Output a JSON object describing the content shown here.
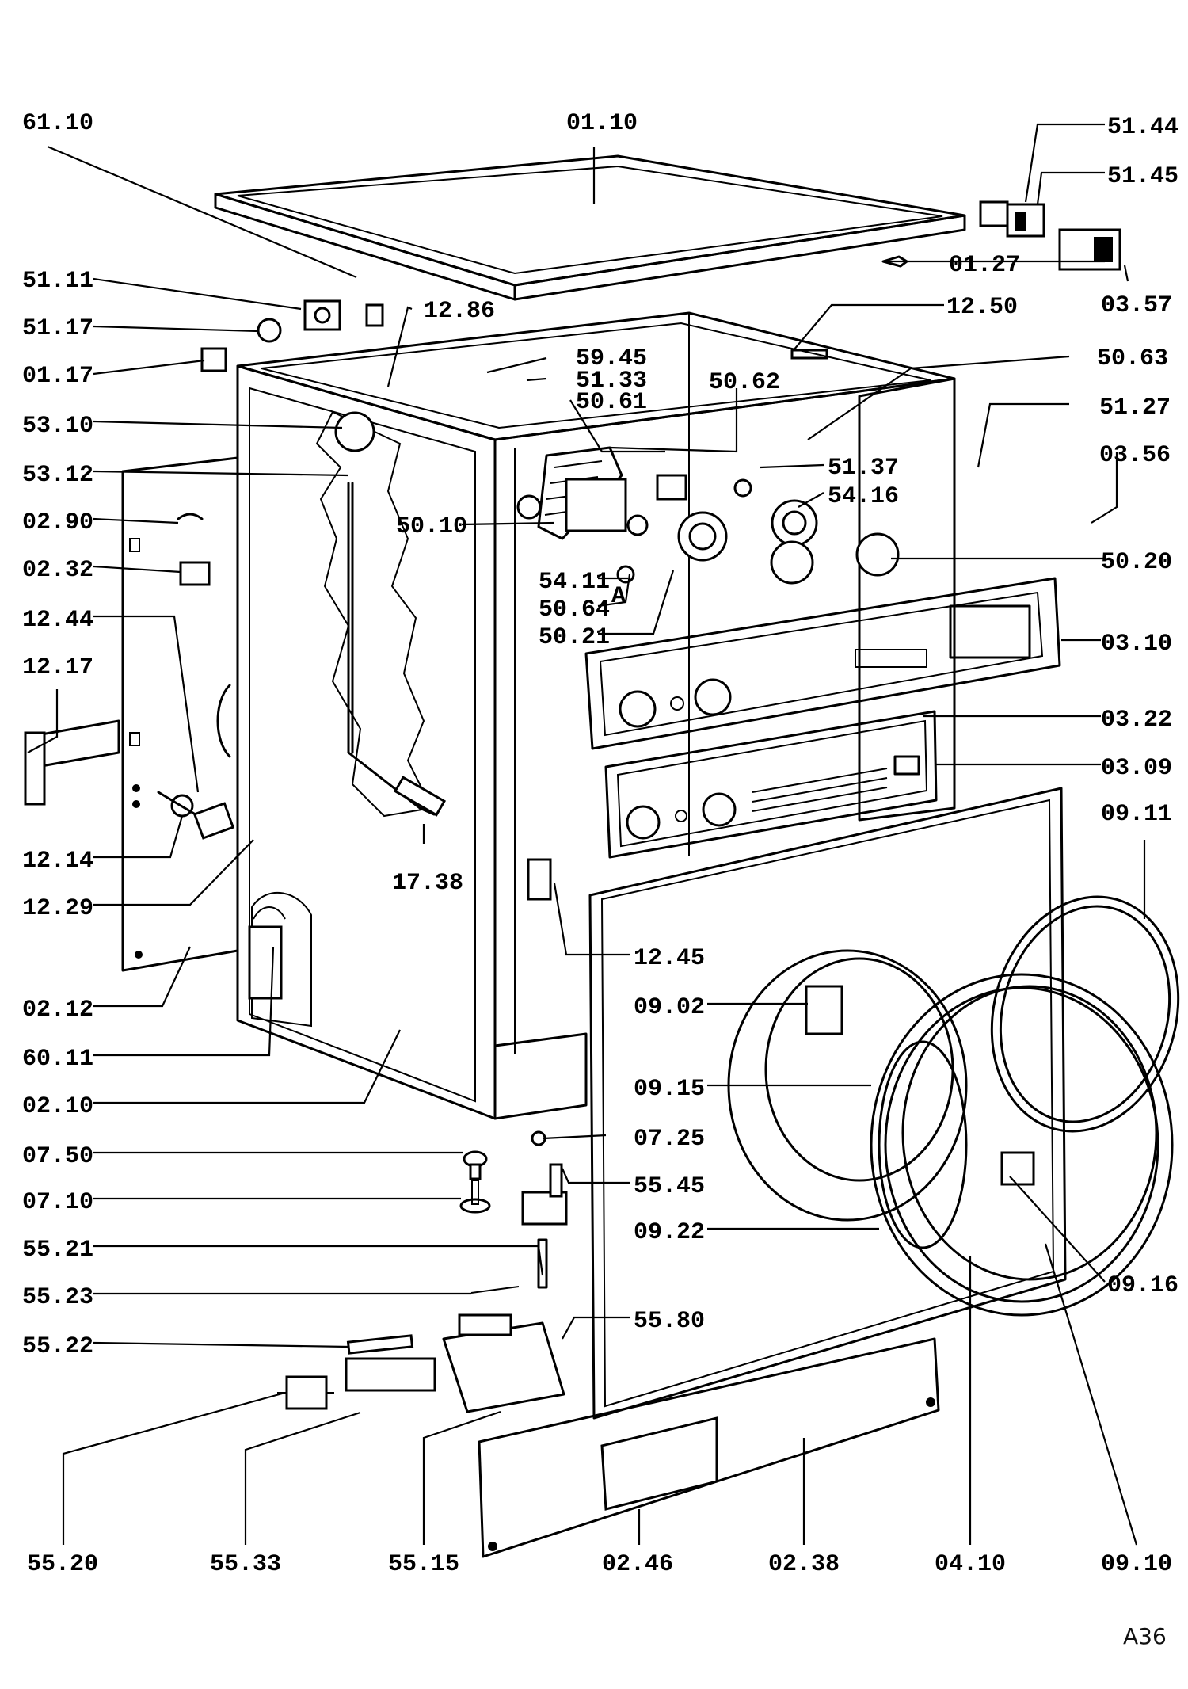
{
  "page_ref": "A36",
  "callouts": [
    "61.10",
    "01.10",
    "51.44",
    "51.45",
    "01.27",
    "03.57",
    "51.11",
    "51.17",
    "01.17",
    "12.86",
    "12.50",
    "50.63",
    "59.45",
    "51.33",
    "50.62",
    "50.61",
    "53.10",
    "53.12",
    "51.27",
    "51.37",
    "54.16",
    "03.56",
    "50.10",
    "02.90",
    "02.32",
    "54.11",
    "50.64",
    "50.20",
    "50.21",
    "12.44",
    "12.17",
    "03.10",
    "03.22",
    "03.09",
    "12.14",
    "12.29",
    "17.38",
    "09.11",
    "12.45",
    "02.12",
    "09.02",
    "60.11",
    "09.15",
    "02.10",
    "07.25",
    "07.50",
    "55.45",
    "07.10",
    "09.22",
    "55.21",
    "09.16",
    "55.23",
    "55.80",
    "55.22",
    "55.20",
    "55.33",
    "55.15",
    "02.46",
    "02.38",
    "04.10",
    "09.10"
  ],
  "marker_A": "A"
}
